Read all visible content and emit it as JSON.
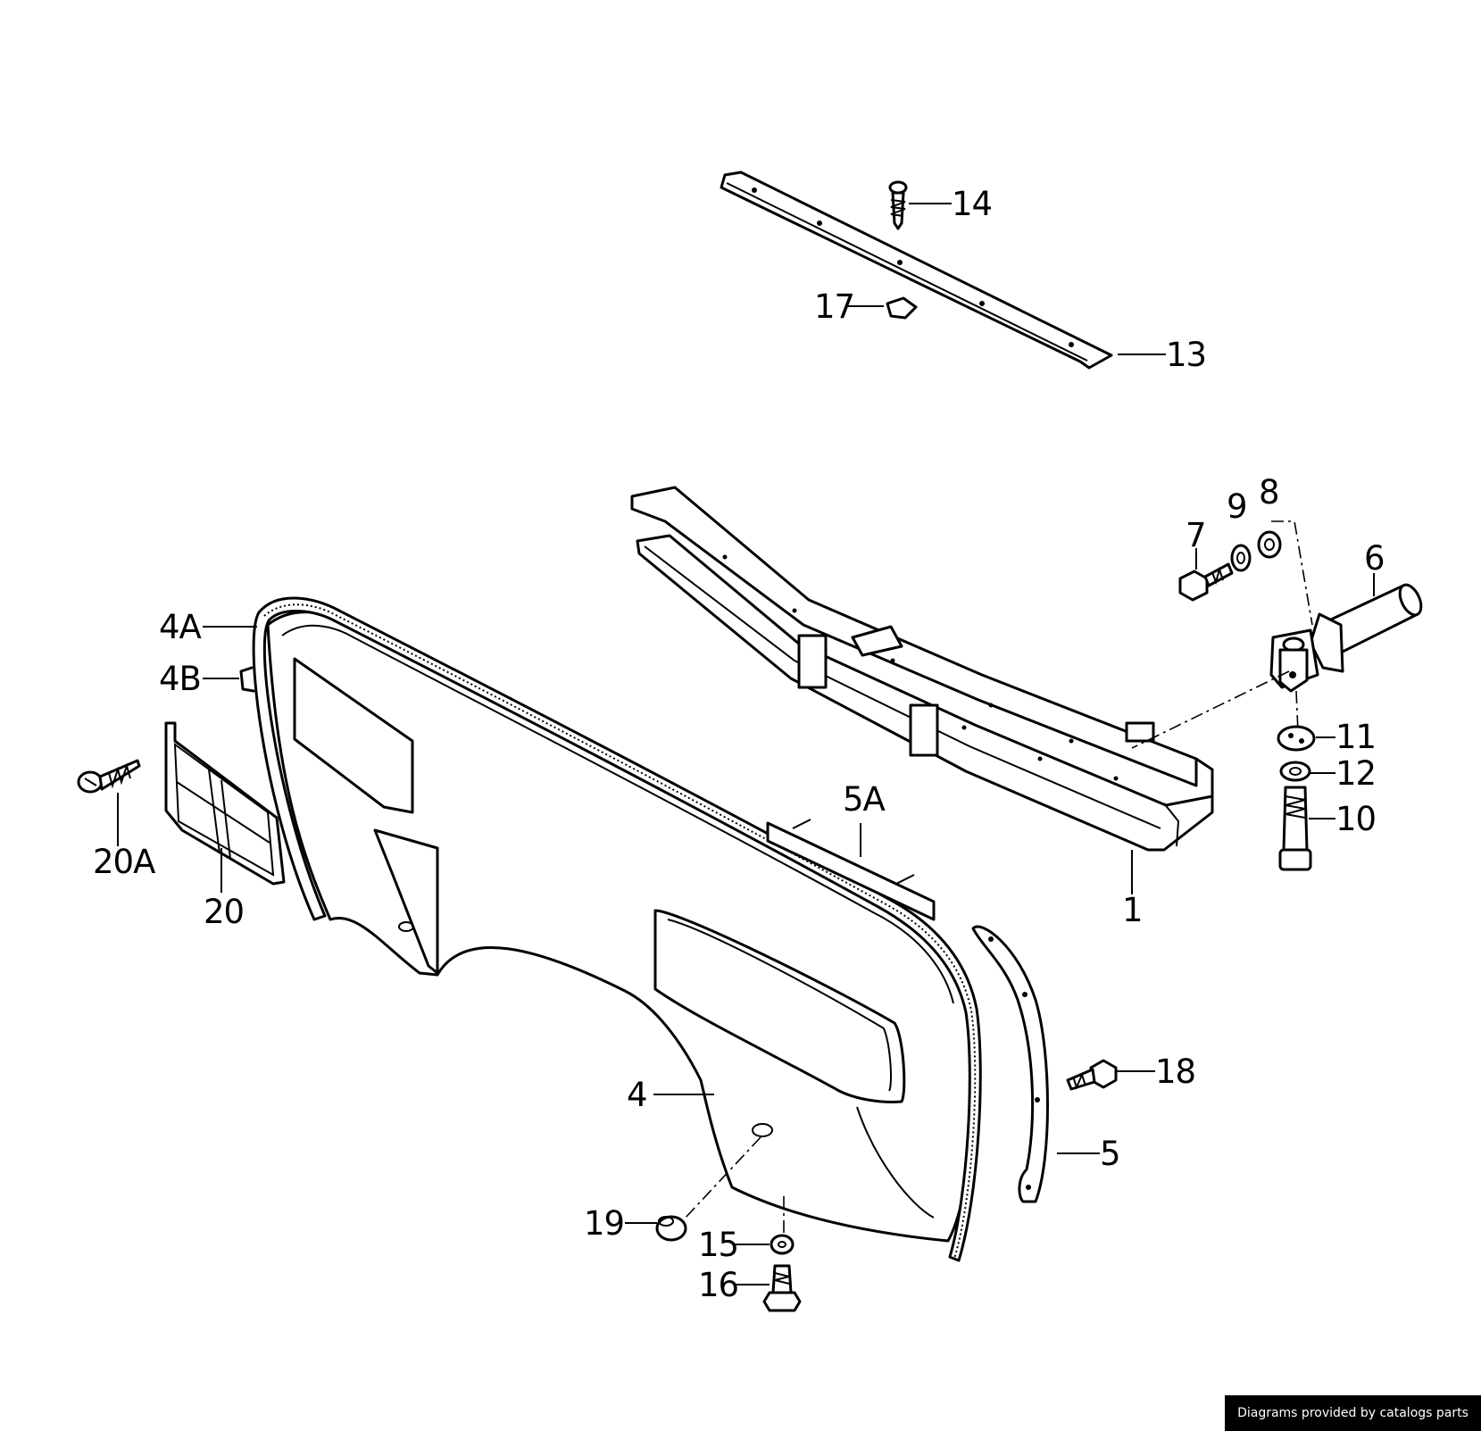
{
  "callouts": {
    "c1": "1",
    "c4": "4",
    "c4a": "4A",
    "c4b": "4B",
    "c5": "5",
    "c5a": "5A",
    "c6": "6",
    "c7": "7",
    "c8": "8",
    "c9": "9",
    "c10": "10",
    "c11": "11",
    "c12": "12",
    "c13": "13",
    "c14": "14",
    "c15": "15",
    "c16": "16",
    "c17": "17",
    "c18": "18",
    "c19": "19",
    "c20": "20",
    "c20a": "20A"
  },
  "credit": "Diagrams provided by catalogs parts"
}
